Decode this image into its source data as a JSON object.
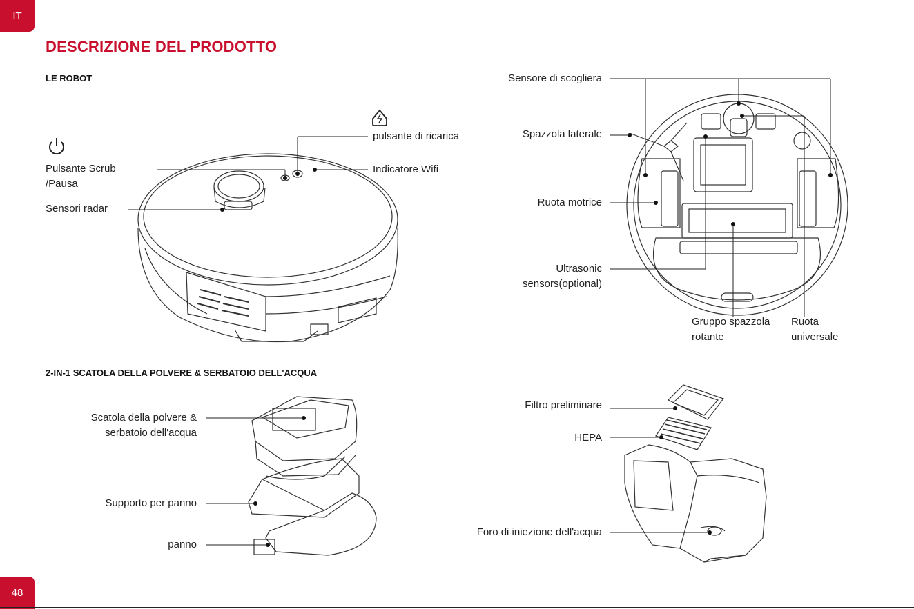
{
  "page": {
    "language_tab": "IT",
    "page_number": "48",
    "title": "DESCRIZIONE DEL PRODOTTO",
    "accent_color": "#c8102e"
  },
  "robot_section": {
    "heading": "LE ROBOT",
    "icons": [
      "power-icon",
      "charge-home-icon"
    ],
    "labels": {
      "charge_button": "pulsante di ricarica",
      "scrub_pause": "Pulsante Scrub\n/Pausa",
      "wifi": "Indicatore Wifi",
      "radar": "Sensori radar"
    }
  },
  "underside": {
    "labels": {
      "cliff": "Sensore di scogliera",
      "side_brush": "Spazzola laterale",
      "drive_wheel": "Ruota motrice",
      "ultrasonic": "Ultrasonic\nsensors(optional)",
      "roller": "Gruppo spazzola\nrotante",
      "universal_wheel": "Ruota\nuniversale"
    }
  },
  "dustbin_section": {
    "heading": "2-IN-1 SCATOLA DELLA POLVERE & SERBATOIO DELL'ACQUA",
    "labels": {
      "dustbin": "Scatola della polvere &\nserbatoio dell'acqua",
      "mop_support": "Supporto per panno",
      "mop": "panno"
    }
  },
  "filter_section": {
    "labels": {
      "prefilter": "Filtro preliminare",
      "hepa": "HEPA",
      "water_inlet": "Foro di iniezione dell'acqua"
    }
  }
}
